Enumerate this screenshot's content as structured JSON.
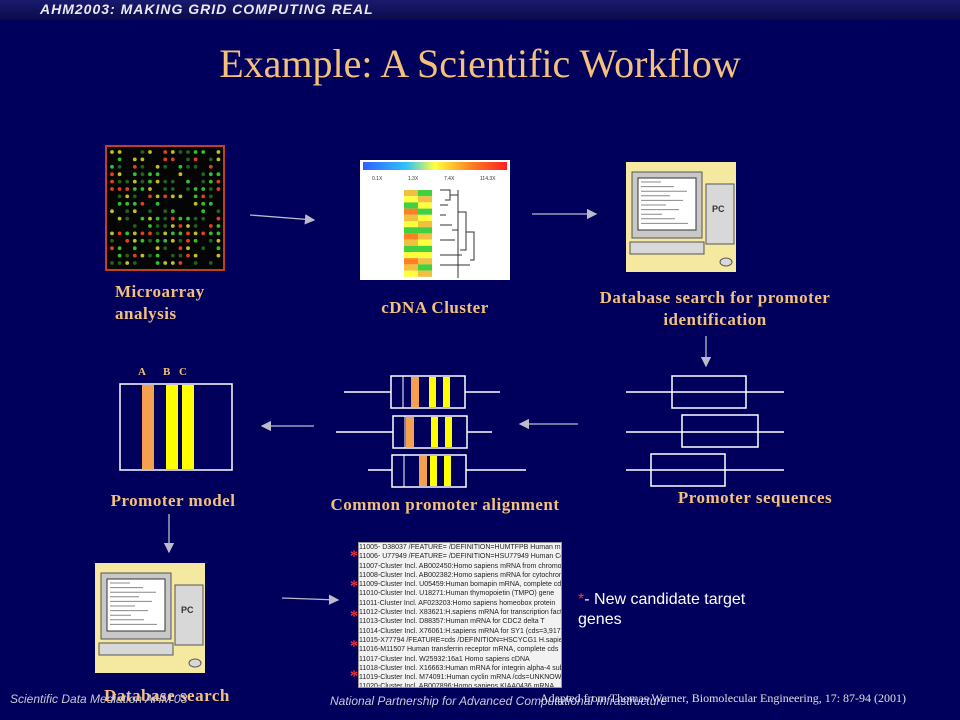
{
  "header": {
    "brand": "AHM2003: MAKING GRID COMPUTING REAL"
  },
  "slide": {
    "title": "Example: A Scientific Workflow"
  },
  "steps": {
    "microarray": "Microarray analysis",
    "cdna": "cDNA Cluster",
    "dbsearch_promoter": "Database search for promoter identification",
    "promoter_sequences": "Promoter sequences",
    "common_alignment": "Common promoter alignment",
    "promoter_model": "Promoter model",
    "db_search": "Database search"
  },
  "promoter_model_cols": [
    "A",
    "B",
    "C"
  ],
  "heatmap_scale": [
    "0.1X",
    "1.3X",
    "7.4X",
    "114.3X"
  ],
  "pc_label": "PC",
  "candidate_note": {
    "asterisk": "*",
    "text": "- New candidate target genes"
  },
  "footer": {
    "left": "Scientific Data Mediation AHM'03",
    "center": "National Partnership for Advanced Computational Infrastructure",
    "citation": "Adapted from Thomas Werner, Biomolecular Engineering, 17: 87-94 (2001)"
  },
  "colors": {
    "background": "#00005c",
    "title": "#f5c07a",
    "arrow": "#bbbbcc",
    "orange": "#f5a050",
    "yellow": "#ffff00"
  }
}
